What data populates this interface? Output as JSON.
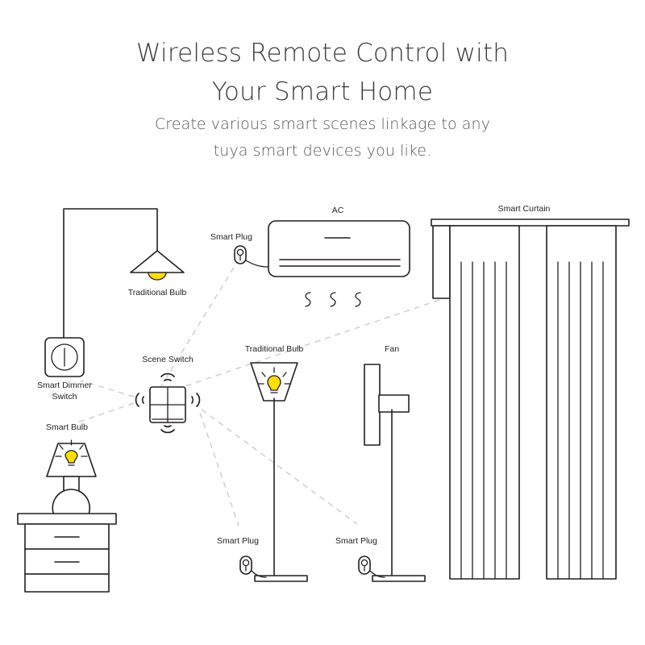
{
  "header": {
    "title_line1": "Wireless Remote Control with",
    "title_line2": "Your Smart Home",
    "subtitle_line1": "Create various smart scenes linkage to any",
    "subtitle_line2": "tuya smart devices you like."
  },
  "colors": {
    "bulb_yellow": "#ffe000",
    "line_dark": "#231f20",
    "dashed_gray": "#cfcfcf",
    "title_gray": "#3c3c3c",
    "subtitle_gray": "#55585c",
    "background": "#ffffff"
  },
  "labels": {
    "pendant_bulb": "Traditional Bulb",
    "smart_dimmer_switch_line1": "Smart Dimmer",
    "smart_dimmer_switch_line2": "Switch",
    "smart_bulb": "Smart Bulb",
    "scene_switch": "Scene Switch",
    "ac": "AC",
    "smart_plug_ac": "Smart Plug",
    "smart_curtain": "Smart Curtain",
    "floor_lamp_bulb": "Traditional Bulb",
    "fan": "Fan",
    "smart_plug_lamp": "Smart Plug",
    "smart_plug_fan": "Smart Plug"
  },
  "devices": [
    {
      "id": "pendant-lamp",
      "name": "Traditional Bulb",
      "type": "ceiling-pendant-light",
      "wired_to": "smart-dimmer-switch"
    },
    {
      "id": "smart-dimmer-switch",
      "name": "Smart Dimmer Switch",
      "type": "wall-switch",
      "icon": "dimmer-knob-icon"
    },
    {
      "id": "smart-bulb-lamp",
      "name": "Smart Bulb",
      "type": "table-lamp-on-nightstand"
    },
    {
      "id": "scene-switch",
      "name": "Scene Switch",
      "type": "four-button-wireless-switch",
      "buttons": 4,
      "signal_directions": [
        "up",
        "down",
        "left",
        "right"
      ]
    },
    {
      "id": "air-conditioner",
      "name": "AC",
      "type": "wall-mounted-air-conditioner",
      "airflow_squiggles": 3
    },
    {
      "id": "smart-plug-ac",
      "name": "Smart Plug",
      "type": "smart-plug"
    },
    {
      "id": "smart-curtain",
      "name": "Smart Curtain",
      "type": "motorized-curtain",
      "panels": 2,
      "pleats_per_panel": 5
    },
    {
      "id": "floor-lamp",
      "name": "Traditional Bulb",
      "type": "floor-lamp"
    },
    {
      "id": "fan",
      "name": "Fan",
      "type": "pedestal-fan"
    },
    {
      "id": "smart-plug-lamp",
      "name": "Smart Plug",
      "type": "smart-plug"
    },
    {
      "id": "smart-plug-fan",
      "name": "Smart Plug",
      "type": "smart-plug"
    }
  ],
  "connections": [
    {
      "from": "scene-switch",
      "to": "smart-plug-ac"
    },
    {
      "from": "scene-switch",
      "to": "smart-curtain"
    },
    {
      "from": "scene-switch",
      "to": "smart-dimmer-switch"
    },
    {
      "from": "scene-switch",
      "to": "smart-bulb-lamp"
    },
    {
      "from": "scene-switch",
      "to": "smart-plug-lamp"
    },
    {
      "from": "scene-switch",
      "to": "smart-plug-fan"
    }
  ]
}
